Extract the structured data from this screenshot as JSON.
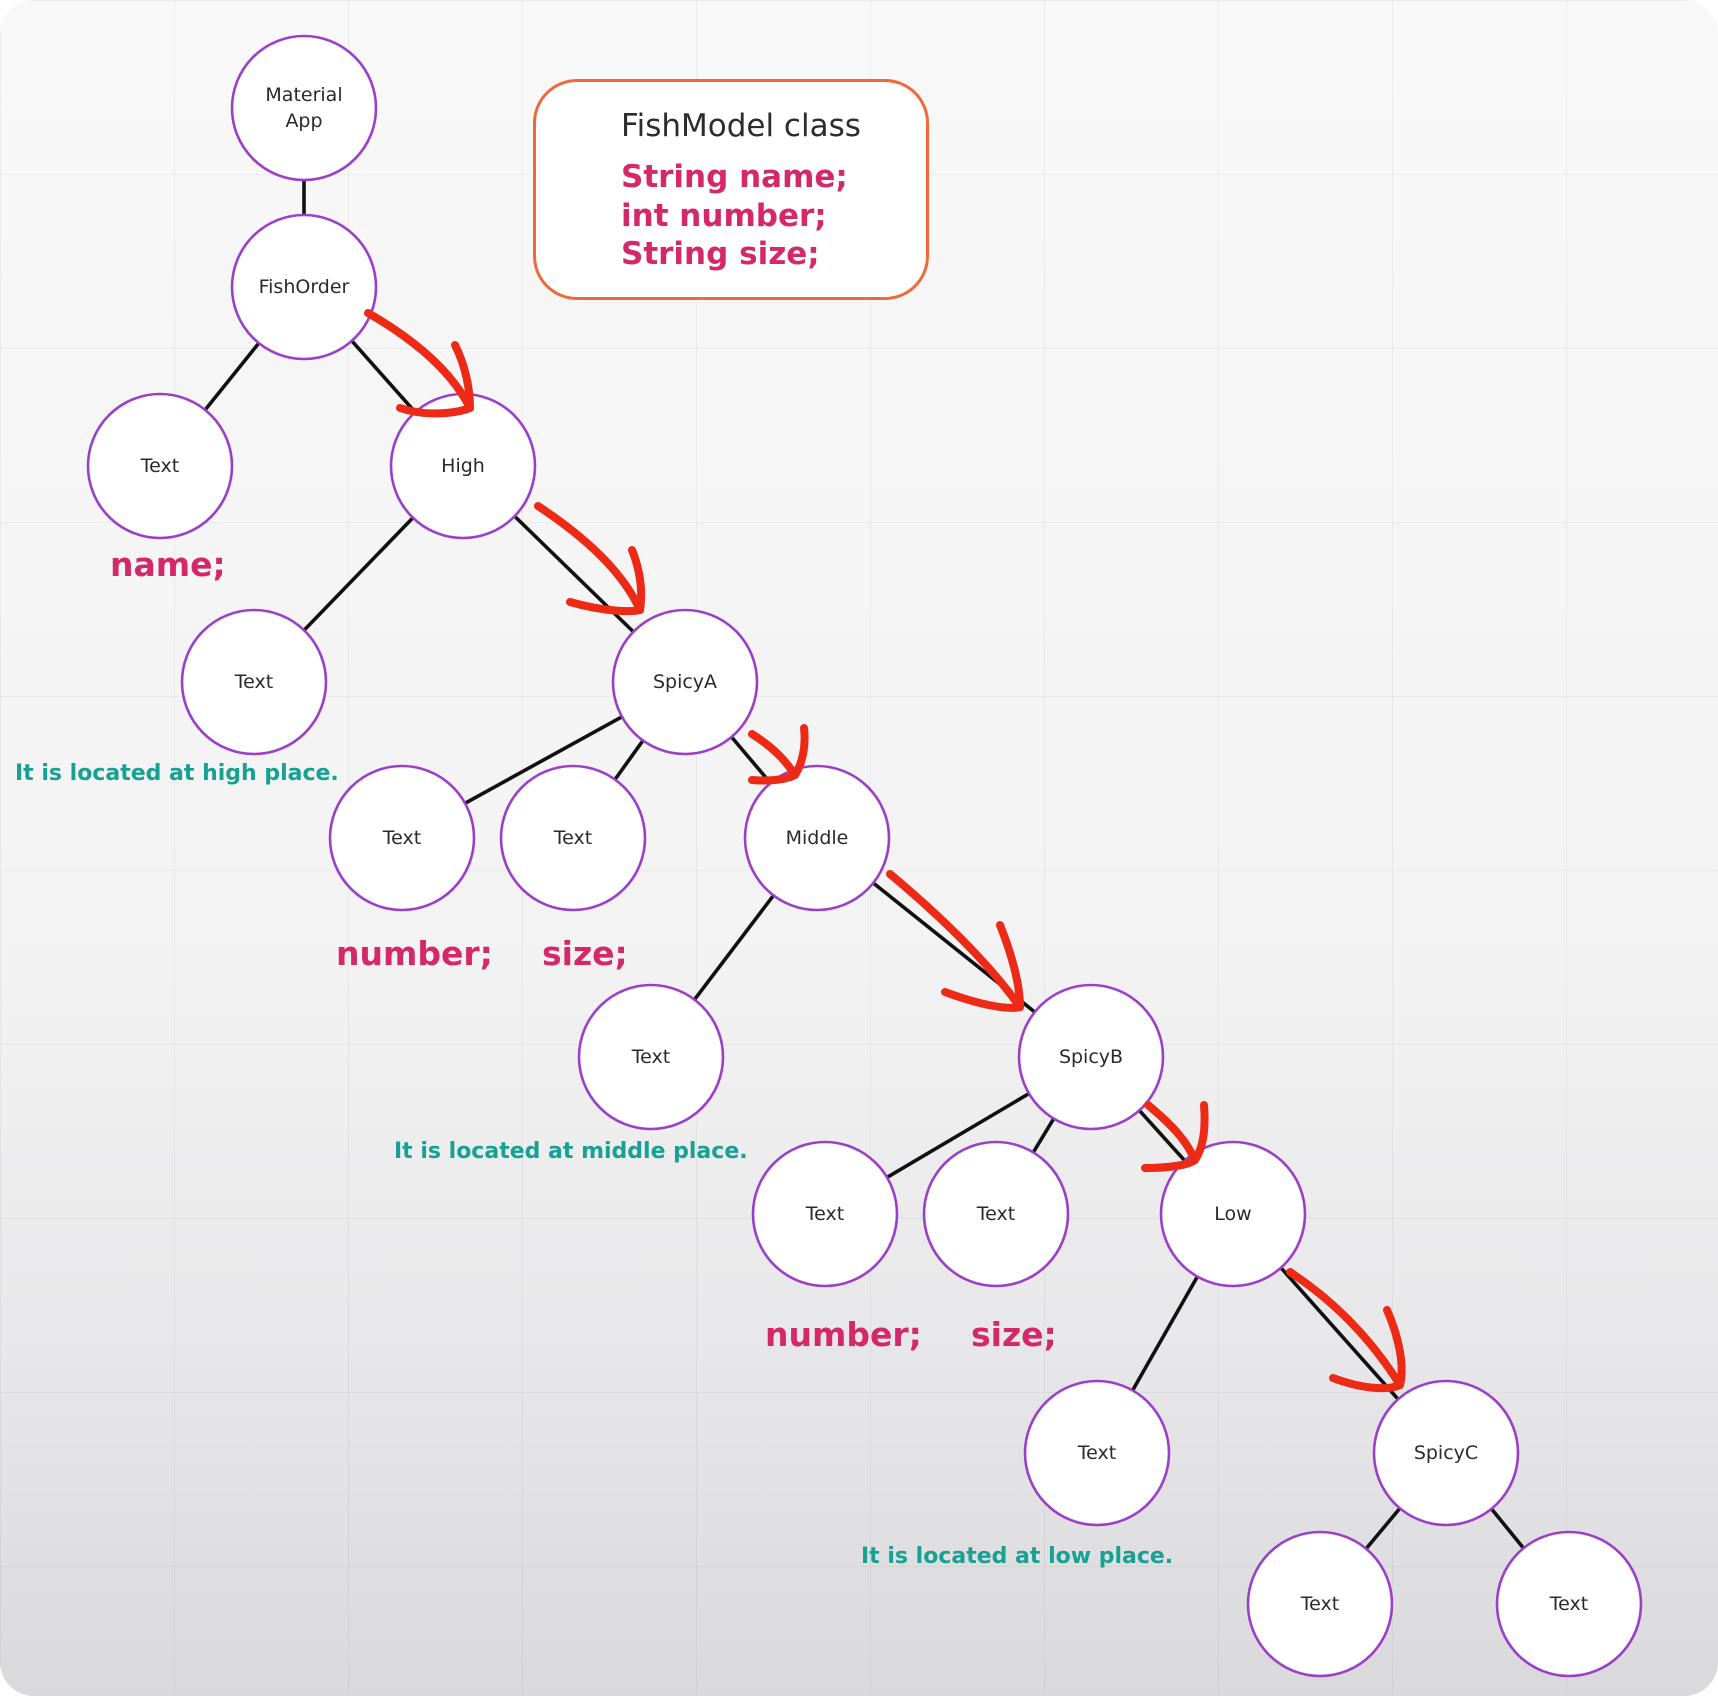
{
  "class_box": {
    "title": "FishModel class",
    "fields": [
      "String name;",
      "int number;",
      "String size;"
    ]
  },
  "nodes": [
    {
      "id": "material-app",
      "lines": [
        "Material",
        "App"
      ]
    },
    {
      "id": "fish-order",
      "lines": [
        "FishOrder"
      ]
    },
    {
      "id": "text-1",
      "lines": [
        "Text"
      ]
    },
    {
      "id": "high",
      "lines": [
        "High"
      ]
    },
    {
      "id": "text-2",
      "lines": [
        "Text"
      ]
    },
    {
      "id": "spicy-a",
      "lines": [
        "SpicyA"
      ]
    },
    {
      "id": "text-3",
      "lines": [
        "Text"
      ]
    },
    {
      "id": "text-4",
      "lines": [
        "Text"
      ]
    },
    {
      "id": "middle",
      "lines": [
        "Middle"
      ]
    },
    {
      "id": "text-5",
      "lines": [
        "Text"
      ]
    },
    {
      "id": "spicy-b",
      "lines": [
        "SpicyB"
      ]
    },
    {
      "id": "text-6",
      "lines": [
        "Text"
      ]
    },
    {
      "id": "text-7",
      "lines": [
        "Text"
      ]
    },
    {
      "id": "low",
      "lines": [
        "Low"
      ]
    },
    {
      "id": "text-8",
      "lines": [
        "Text"
      ]
    },
    {
      "id": "spicy-c",
      "lines": [
        "SpicyC"
      ]
    },
    {
      "id": "text-9",
      "lines": [
        "Text"
      ]
    },
    {
      "id": "text-10",
      "lines": [
        "Text"
      ]
    }
  ],
  "edges": [
    [
      "material-app",
      "fish-order"
    ],
    [
      "fish-order",
      "text-1"
    ],
    [
      "fish-order",
      "high"
    ],
    [
      "high",
      "text-2"
    ],
    [
      "high",
      "spicy-a"
    ],
    [
      "spicy-a",
      "text-3"
    ],
    [
      "spicy-a",
      "text-4"
    ],
    [
      "spicy-a",
      "middle"
    ],
    [
      "middle",
      "text-5"
    ],
    [
      "middle",
      "spicy-b"
    ],
    [
      "spicy-b",
      "text-6"
    ],
    [
      "spicy-b",
      "text-7"
    ],
    [
      "spicy-b",
      "low"
    ],
    [
      "low",
      "text-8"
    ],
    [
      "low",
      "spicy-c"
    ],
    [
      "spicy-c",
      "text-9"
    ],
    [
      "spicy-c",
      "text-10"
    ]
  ],
  "annotations": {
    "name_label": "name;",
    "high_note": "It is located at high place.",
    "number_label_1": "number;",
    "size_label_1": "size;",
    "middle_note": "It is located at middle place.",
    "number_label_2": "number;",
    "size_label_2": "size;",
    "low_note": "It is located at low place."
  },
  "colors": {
    "node_stroke": "#9b3fc9",
    "arrow": "#ec2a16",
    "field_text": "#d42869",
    "note_text": "#16a193",
    "class_border": "#ee6a3a"
  }
}
